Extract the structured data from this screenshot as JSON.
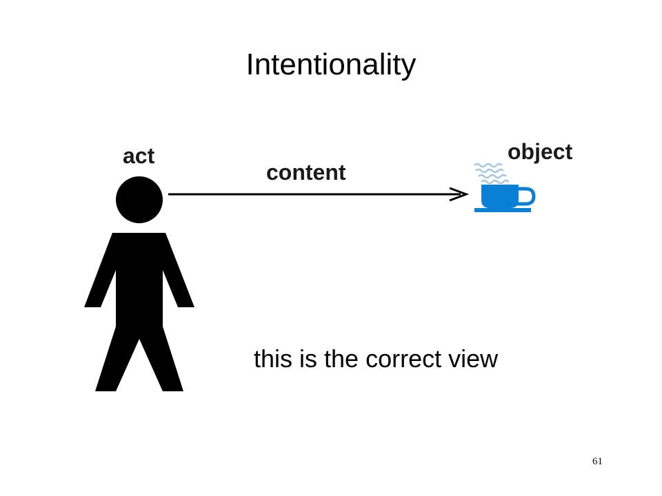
{
  "slide": {
    "title": "Intentionality",
    "caption": "this is the correct view",
    "page_number": "61"
  },
  "diagram": {
    "act_label": "act",
    "content_label": "content",
    "object_label": "object",
    "icons": {
      "person": "person-icon",
      "arrow": "arrow-right-icon",
      "cup": "coffee-cup-icon",
      "steam": "steam-icon"
    },
    "colors": {
      "figure": "#000000",
      "cup": "#0a7fd6",
      "steam": "#a9c8de"
    }
  }
}
